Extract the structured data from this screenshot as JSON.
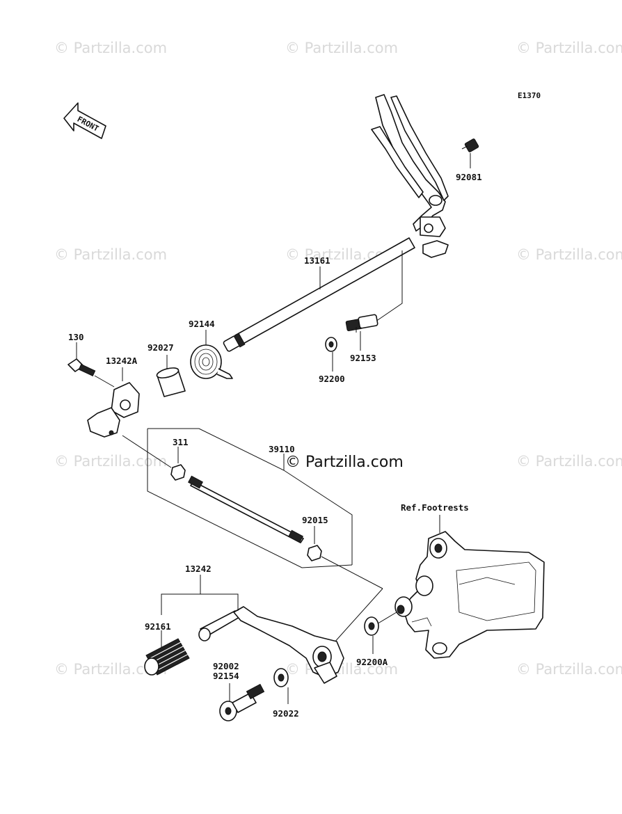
{
  "watermark_text": "© Partzilla.com",
  "center_watermark_text": "© Partzilla.com",
  "diagram_code": "E1370",
  "front_label": "FRONT",
  "reference_note": "Ref.Footrests",
  "parts": {
    "p92081": "92081",
    "p13161": "13161",
    "p92144": "92144",
    "p92027": "92027",
    "p130": "130",
    "p13242A": "13242A",
    "p92200": "92200",
    "p92153": "92153",
    "p311": "311",
    "p39110": "39110",
    "p92015": "92015",
    "p13242": "13242",
    "p92161": "92161",
    "p92002": "92002",
    "p92154": "92154",
    "p92022": "92022",
    "p92200A": "92200A"
  }
}
